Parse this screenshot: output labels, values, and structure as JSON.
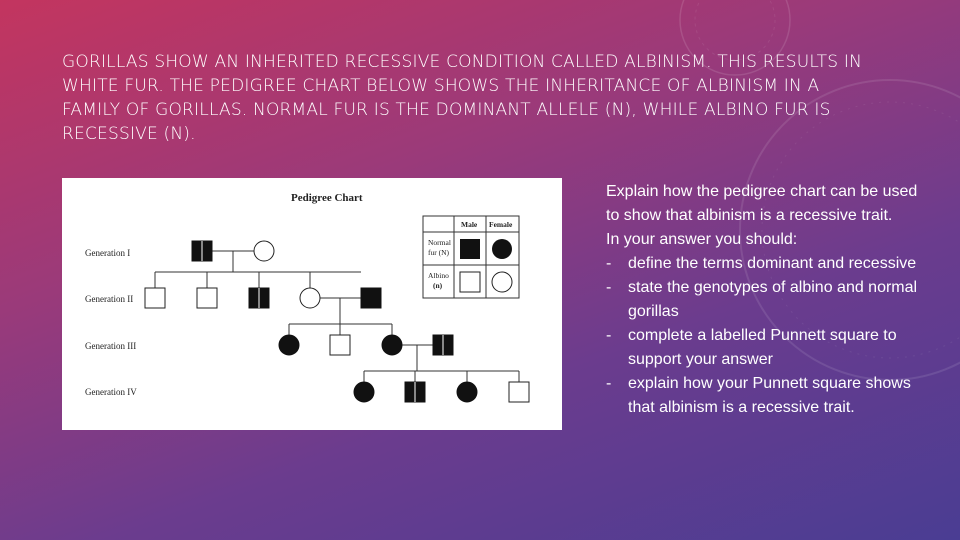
{
  "slide": {
    "title": "GORILLAS SHOW AN INHERITED RECESSIVE CONDITION CALLED ALBINISM. THIS RESULTS IN WHITE FUR. THE PEDIGREE CHART BELOW SHOWS THE INHERITANCE OF ALBINISM IN A FAMILY OF GORILLAS. NORMAL FUR IS THE DOMINANT ALLELE (N), WHILE ALBINO FUR IS RECESSIVE (N).",
    "colors": {
      "background_start": "#c3355f",
      "background_end": "#4a3d93",
      "text": "#ffffff"
    }
  },
  "pedigree": {
    "heading": "Pedigree Chart",
    "generations": [
      "Generation I",
      "Generation II",
      "Generation III",
      "Generation IV"
    ],
    "key": {
      "col_male": "Male",
      "col_female": "Female",
      "row_normal": [
        "Normal",
        "fur (N)"
      ],
      "row_albino": [
        "Albino",
        "(n)"
      ]
    }
  },
  "instructions": {
    "lines": [
      "Explain how the pedigree chart can be used to show that albinism is a recessive trait.",
      "In your answer you should:"
    ],
    "bullets": [
      "define the terms dominant and recessive",
      " state the genotypes of albino and normal gorillas",
      "complete a labelled Punnett square to support your answer",
      "explain how your Punnett square shows that albinism is a recessive trait."
    ],
    "bullet_marker": "-"
  }
}
